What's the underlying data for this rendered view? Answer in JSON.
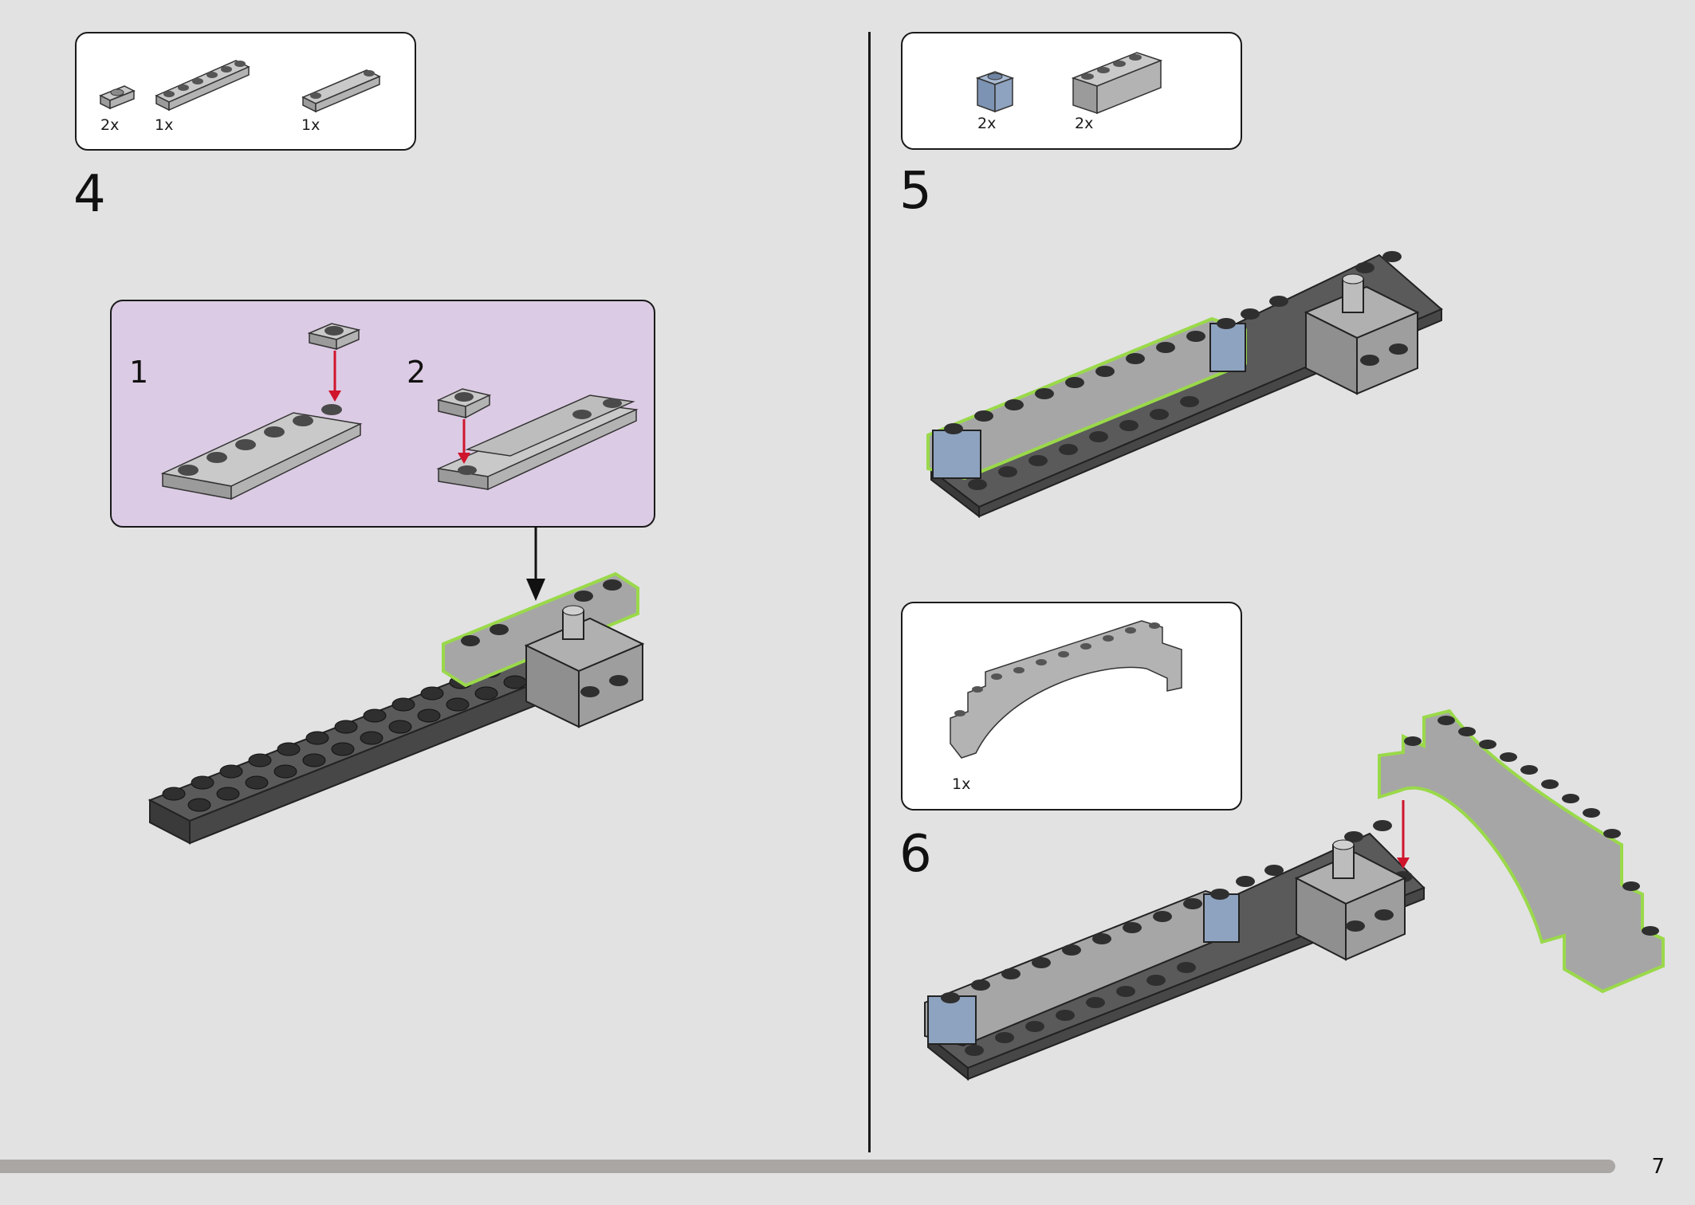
{
  "steps": [
    {
      "number": "4",
      "parts": [
        {
          "qty": "2x"
        },
        {
          "qty": "1x"
        },
        {
          "qty": "1x"
        }
      ],
      "substeps": [
        {
          "number": "1"
        },
        {
          "number": "2"
        }
      ]
    },
    {
      "number": "5",
      "parts": [
        {
          "qty": "2x"
        },
        {
          "qty": "2x"
        }
      ]
    },
    {
      "number": "6",
      "parts": [
        {
          "qty": "1x"
        }
      ]
    }
  ],
  "page_number": "7",
  "colors": {
    "background": "#e2e2e2",
    "dark_brick": "#4a4a4a",
    "light_gray_brick": "#a3a3a3",
    "sand_blue_brick": "#8ea3bf",
    "callout_background": "#dccbe4",
    "highlight_outline": "#9ad94a",
    "arrow_red": "#d0142c"
  },
  "icons": [
    "arrow-down-icon"
  ]
}
